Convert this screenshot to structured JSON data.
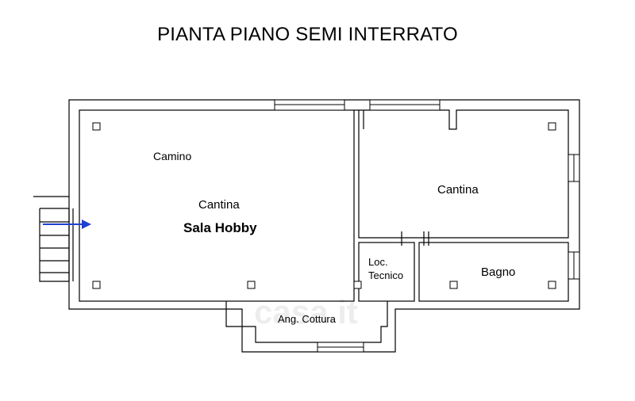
{
  "title": "PIANTA PIANO SEMI INTERRATO",
  "rooms": {
    "camino": "Camino",
    "cantina_left": "Cantina",
    "sala_hobby": "Sala Hobby",
    "cantina_right": "Cantina",
    "loc_tecnico_line1": "Loc.",
    "loc_tecnico_line2": "Tecnico",
    "bagno": "Bagno",
    "ang_cottura": "Ang. Cottura"
  },
  "watermark": "casa.it",
  "colors": {
    "wall": "#000000",
    "arrow": "#1f3fd1"
  }
}
